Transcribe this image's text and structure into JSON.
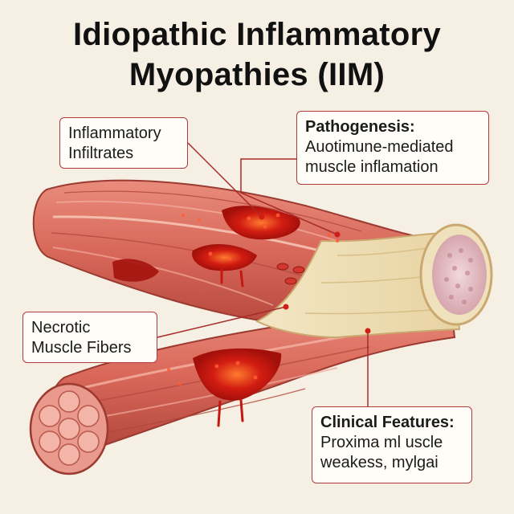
{
  "title": {
    "line1": "Idiopathic Inflammatory",
    "line2": "Myopathies (IIM)"
  },
  "callouts": {
    "inflammatory": {
      "line1": "Inflammatory",
      "line2": "Infiltrates"
    },
    "pathogenesis": {
      "heading": "Pathogenesis:",
      "line1": "Auotimune-mediated",
      "line2": "muscle inflamation"
    },
    "necrotic": {
      "line1": "Necrotic",
      "line2": "Muscle Fibers"
    },
    "clinical": {
      "heading": "Clinical Features:",
      "line1": "Proxima ml uscle",
      "line2": "weakess, mylgai"
    }
  },
  "colors": {
    "background": "#f6efe3",
    "muscle": "#d9685a",
    "tendon": "#efe0b8",
    "lesion": "#c0140e",
    "leader_line": "#a82a2a"
  }
}
